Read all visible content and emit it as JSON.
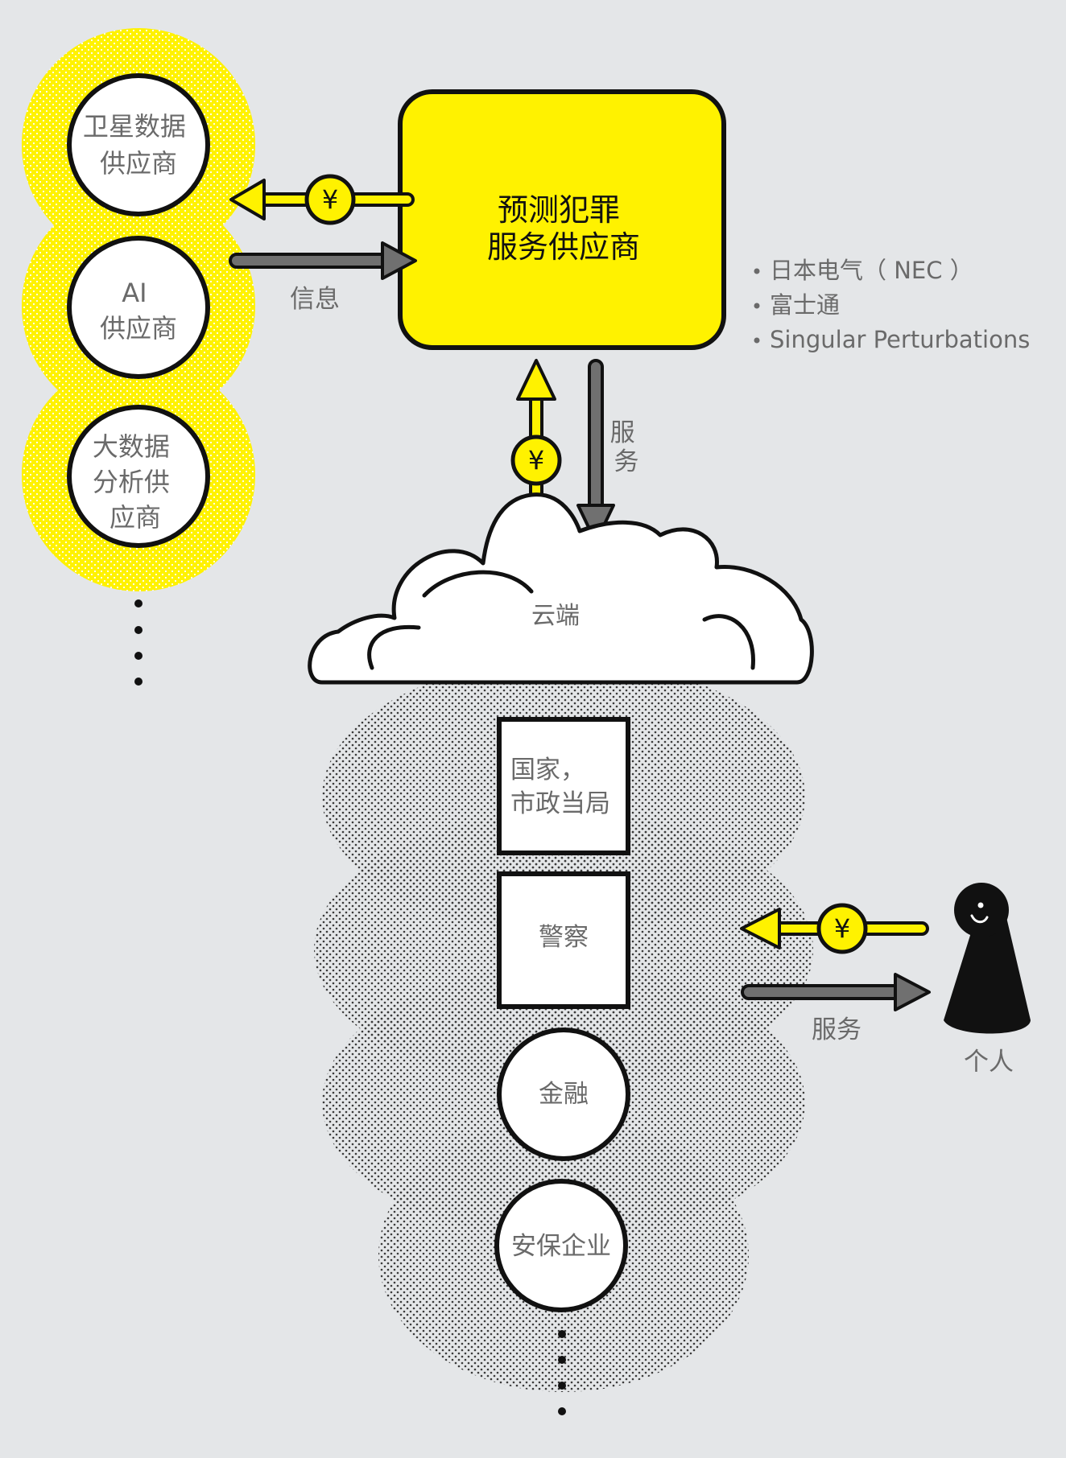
{
  "colors": {
    "background": "#e4e6e8",
    "accent_yellow": "#fff200",
    "arrow_gray": "#707070",
    "outline": "#111111",
    "text_gray": "#6a6a6a"
  },
  "icons": {
    "money": "yen-coin-icon",
    "person": "person-icon"
  },
  "suppliers": [
    {
      "lines": [
        "卫星数据",
        "供应商"
      ]
    },
    {
      "lines": [
        "AI",
        "供应商"
      ]
    },
    {
      "lines": [
        "大数据",
        "分析供",
        "应商"
      ]
    }
  ],
  "provider": {
    "lines": [
      "预测犯罪",
      "服务供应商"
    ],
    "examples": [
      "日本电气（ NEC ）",
      "富士通",
      "Singular Perturbations"
    ]
  },
  "flows": {
    "info_label": "信息",
    "service_vertical": [
      "服",
      "务"
    ],
    "service_label": "服务",
    "yen_symbol": "¥"
  },
  "cloud": {
    "label": "云端"
  },
  "clients": [
    {
      "lines": [
        "国家，",
        "市政当局"
      ]
    },
    {
      "lines": [
        "警察"
      ]
    },
    {
      "lines": [
        "金融"
      ]
    },
    {
      "lines": [
        "安保企业"
      ]
    }
  ],
  "individual": {
    "label": "个人"
  }
}
